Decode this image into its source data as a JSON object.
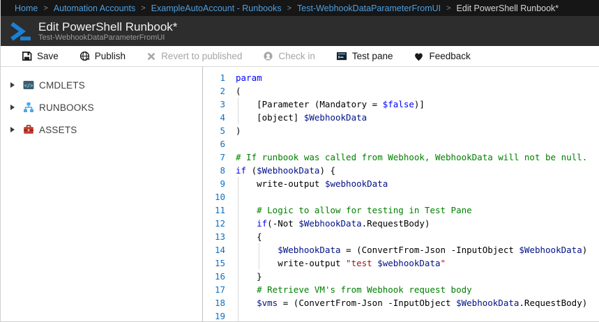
{
  "breadcrumb": {
    "separator": ">",
    "items": [
      {
        "label": "Home",
        "current": false
      },
      {
        "label": "Automation Accounts",
        "current": false
      },
      {
        "label": "ExampleAutoAccount - Runbooks",
        "current": false
      },
      {
        "label": "Test-WebhookDataParameterFromUI",
        "current": false
      },
      {
        "label": "Edit PowerShell Runbook*",
        "current": true
      }
    ]
  },
  "header": {
    "icon": "powershell-icon",
    "title": "Edit PowerShell Runbook*",
    "subtitle": "Test-WebhookDataParameterFromUI",
    "accent_color": "#1A80D4"
  },
  "toolbar": {
    "items": [
      {
        "label": "Save",
        "icon": "save-icon",
        "enabled": true
      },
      {
        "label": "Publish",
        "icon": "publish-icon",
        "enabled": true
      },
      {
        "label": "Revert to published",
        "icon": "revert-icon",
        "enabled": false
      },
      {
        "label": "Check in",
        "icon": "checkin-icon",
        "enabled": false
      },
      {
        "label": "Test pane",
        "icon": "test-pane-icon",
        "enabled": true
      },
      {
        "label": "Feedback",
        "icon": "feedback-icon",
        "enabled": true
      }
    ]
  },
  "sidebar": {
    "items": [
      {
        "label": "CMDLETS",
        "icon": "cmdlets-icon"
      },
      {
        "label": "RUNBOOKS",
        "icon": "runbooks-icon"
      },
      {
        "label": "ASSETS",
        "icon": "assets-icon"
      }
    ]
  },
  "editor": {
    "language": "PowerShell",
    "colors": {
      "keyword": "#0000FF",
      "variable": "#001188",
      "comment": "#008000",
      "string": "#A31515",
      "plain": "#000000",
      "line_number": "#0E70C0"
    },
    "lines": [
      {
        "num": 1,
        "guides": 0,
        "tokens": [
          [
            "k",
            "param"
          ]
        ]
      },
      {
        "num": 2,
        "guides": 0,
        "tokens": [
          [
            "p",
            "("
          ]
        ]
      },
      {
        "num": 3,
        "guides": 1,
        "tokens": [
          [
            "p",
            "    [Parameter (Mandatory = "
          ],
          [
            "k",
            "$false"
          ],
          [
            "p",
            ")]"
          ]
        ]
      },
      {
        "num": 4,
        "guides": 1,
        "tokens": [
          [
            "p",
            "    [object] "
          ],
          [
            "v",
            "$WebhookData"
          ]
        ]
      },
      {
        "num": 5,
        "guides": 0,
        "tokens": [
          [
            "p",
            ")"
          ]
        ]
      },
      {
        "num": 6,
        "guides": 0,
        "tokens": []
      },
      {
        "num": 7,
        "guides": 0,
        "tokens": [
          [
            "c",
            "# If runbook was called from Webhook, WebhookData will not be null."
          ]
        ]
      },
      {
        "num": 8,
        "guides": 0,
        "tokens": [
          [
            "k",
            "if"
          ],
          [
            "p",
            " ("
          ],
          [
            "v",
            "$WebhookData"
          ],
          [
            "p",
            ") {"
          ]
        ]
      },
      {
        "num": 9,
        "guides": 1,
        "tokens": [
          [
            "p",
            "    write-output "
          ],
          [
            "v",
            "$webhookData"
          ]
        ]
      },
      {
        "num": 10,
        "guides": 1,
        "tokens": []
      },
      {
        "num": 11,
        "guides": 1,
        "tokens": [
          [
            "p",
            "    "
          ],
          [
            "c",
            "# Logic to allow for testing in Test Pane"
          ]
        ]
      },
      {
        "num": 12,
        "guides": 1,
        "tokens": [
          [
            "p",
            "    "
          ],
          [
            "k",
            "if"
          ],
          [
            "p",
            "(-Not "
          ],
          [
            "v",
            "$WebhookData"
          ],
          [
            "p",
            ".RequestBody)"
          ]
        ]
      },
      {
        "num": 13,
        "guides": 1,
        "tokens": [
          [
            "p",
            "    {"
          ]
        ]
      },
      {
        "num": 14,
        "guides": 2,
        "tokens": [
          [
            "p",
            "        "
          ],
          [
            "v",
            "$WebhookData"
          ],
          [
            "p",
            " = (ConvertFrom-Json -InputObject "
          ],
          [
            "v",
            "$WebhookData"
          ],
          [
            "p",
            ")"
          ]
        ]
      },
      {
        "num": 15,
        "guides": 2,
        "tokens": [
          [
            "p",
            "        write-output "
          ],
          [
            "s",
            "\"test "
          ],
          [
            "v",
            "$webhookData"
          ],
          [
            "s",
            "\""
          ]
        ]
      },
      {
        "num": 16,
        "guides": 1,
        "tokens": [
          [
            "p",
            "    }"
          ]
        ]
      },
      {
        "num": 17,
        "guides": 1,
        "tokens": [
          [
            "p",
            "    "
          ],
          [
            "c",
            "# Retrieve VM's from Webhook request body"
          ]
        ]
      },
      {
        "num": 18,
        "guides": 1,
        "tokens": [
          [
            "p",
            "    "
          ],
          [
            "v",
            "$vms"
          ],
          [
            "p",
            " = (ConvertFrom-Json -InputObject "
          ],
          [
            "v",
            "$WebhookData"
          ],
          [
            "p",
            ".RequestBody)"
          ]
        ]
      },
      {
        "num": 19,
        "guides": 1,
        "tokens": []
      }
    ]
  }
}
